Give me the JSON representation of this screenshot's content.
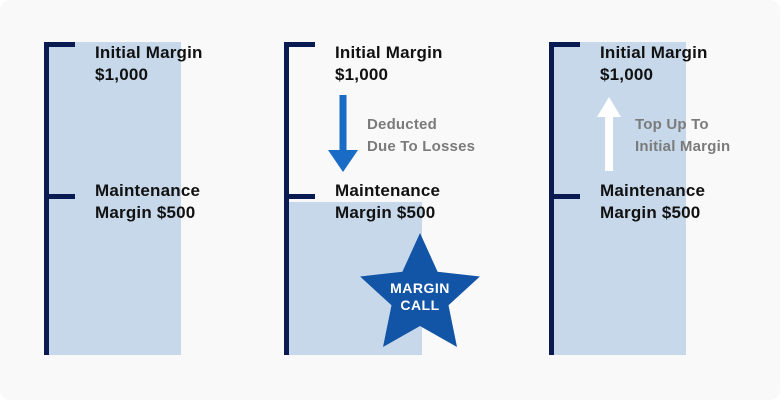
{
  "colors": {
    "background": "#f9f9f9",
    "panel-fill": "#c6d8ea",
    "bracket": "#0a1b52",
    "text-dark": "#111111",
    "text-gray": "#7b7b7b",
    "arrow-blue": "#1a6bc5",
    "star-blue": "#1254a6",
    "star-text": "#ffffff",
    "arrow-white": "#ffffff"
  },
  "panels": [
    {
      "name": "initial-state",
      "initial_margin_line1": "Initial Margin",
      "initial_margin_line2": "$1,000",
      "maintenance_margin_line1": "Maintenance",
      "maintenance_margin_line2": "Margin $500"
    },
    {
      "name": "deducted-state",
      "initial_margin_line1": "Initial Margin",
      "initial_margin_line2": "$1,000",
      "maintenance_margin_line1": "Maintenance",
      "maintenance_margin_line2": "Margin $500",
      "annotation_line1": "Deducted",
      "annotation_line2": "Due To Losses",
      "star_line1": "MARGIN",
      "star_line2": "CALL"
    },
    {
      "name": "top-up-state",
      "initial_margin_line1": "Initial Margin",
      "initial_margin_line2": "$1,000",
      "maintenance_margin_line1": "Maintenance",
      "maintenance_margin_line2": "Margin $500",
      "annotation_line1": "Top Up To",
      "annotation_line2": "Initial Margin"
    }
  ]
}
